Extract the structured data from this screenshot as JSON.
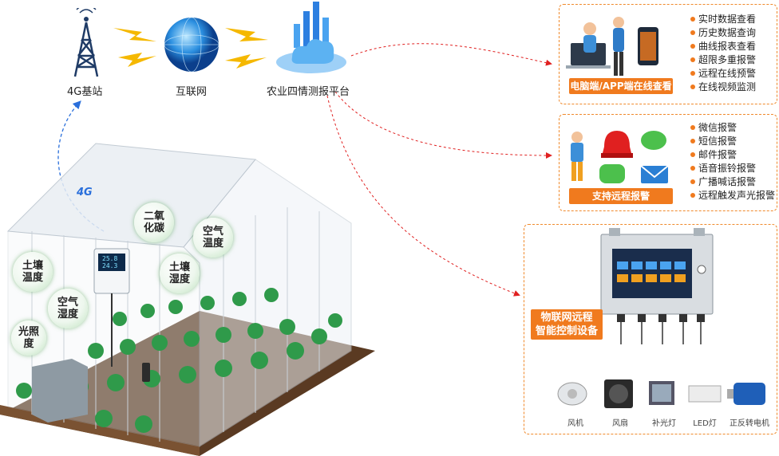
{
  "top": {
    "base_station_label": "4G基站",
    "internet_label": "互联网",
    "platform_label": "农业四情测报平台"
  },
  "network_badge": "4G",
  "panel_online": {
    "banner": "电脑端/APP端在线查看",
    "features": [
      "实时数据查看",
      "历史数据查询",
      "曲线报表查看",
      "超限多重报警",
      "远程在线预警",
      "在线视频监测"
    ]
  },
  "panel_alarm": {
    "banner": "支持远程报警",
    "features": [
      "微信报警",
      "短信报警",
      "邮件报警",
      "语音振铃报警",
      "广播喊话报警",
      "远程触发声光报警"
    ]
  },
  "panel_control": {
    "label_line1": "物联网远程",
    "label_line2": "智能控制设备",
    "devices": [
      "风机",
      "风扇",
      "补光灯",
      "LED灯",
      "正反转电机"
    ]
  },
  "greenhouse_bubbles": {
    "co2": "二氧化碳",
    "air_top": "空气温度",
    "soil_left": "土壤温度",
    "soil_right": "土壤湿度",
    "air_left": "空气湿度",
    "light": "光照度"
  },
  "sensor_display": {
    "line1": "25.8",
    "line2": "24.3"
  },
  "colors": {
    "accent": "#f07a1e",
    "arrow": "#e02020",
    "uplink": "#2a6fdb"
  }
}
